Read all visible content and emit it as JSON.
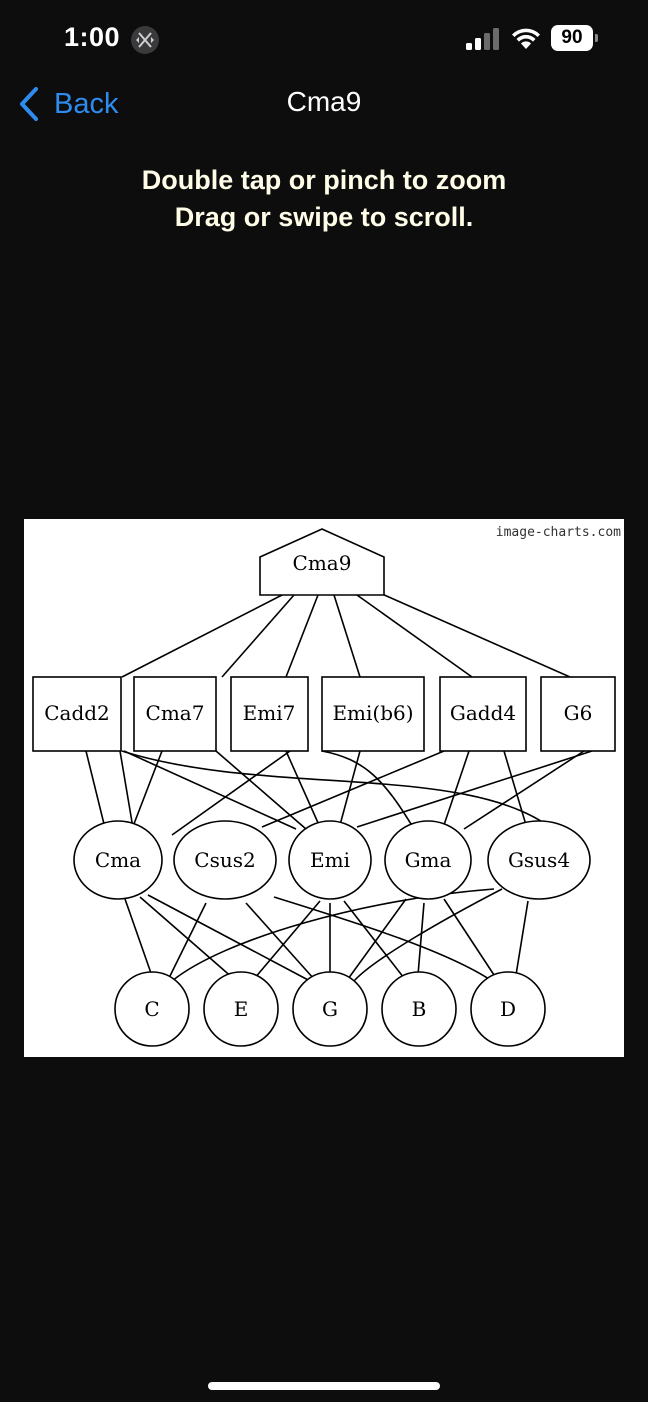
{
  "status_bar": {
    "time": "1:00",
    "battery": "90",
    "focus_icon": "focus-mode-icon",
    "signal_icon": "cellular-signal-icon",
    "wifi_icon": "wifi-icon"
  },
  "nav": {
    "back_label": "Back",
    "back_icon": "chevron-left-icon",
    "title": "Cma9"
  },
  "instructions": {
    "line1": "Double tap or pinch to zoom",
    "line2": "Drag or swipe to scroll."
  },
  "diagram": {
    "watermark": "image-charts.com",
    "nodes": {
      "cma9": "Cma9",
      "cadd2": "Cadd2",
      "cma7": "Cma7",
      "emi7": "Emi7",
      "emib6": "Emi(b6)",
      "gadd4": "Gadd4",
      "g6": "G6",
      "cma": "Cma",
      "csus2": "Csus2",
      "emi": "Emi",
      "gma": "Gma",
      "gsus4": "Gsus4",
      "c": "C",
      "e": "E",
      "g": "G",
      "b": "B",
      "d": "D"
    }
  },
  "colors": {
    "background": "#0d0d0d",
    "accent": "#2e8cf0",
    "text": "#ffffff",
    "chart_bg": "#ffffff",
    "chart_ink": "#000000"
  }
}
